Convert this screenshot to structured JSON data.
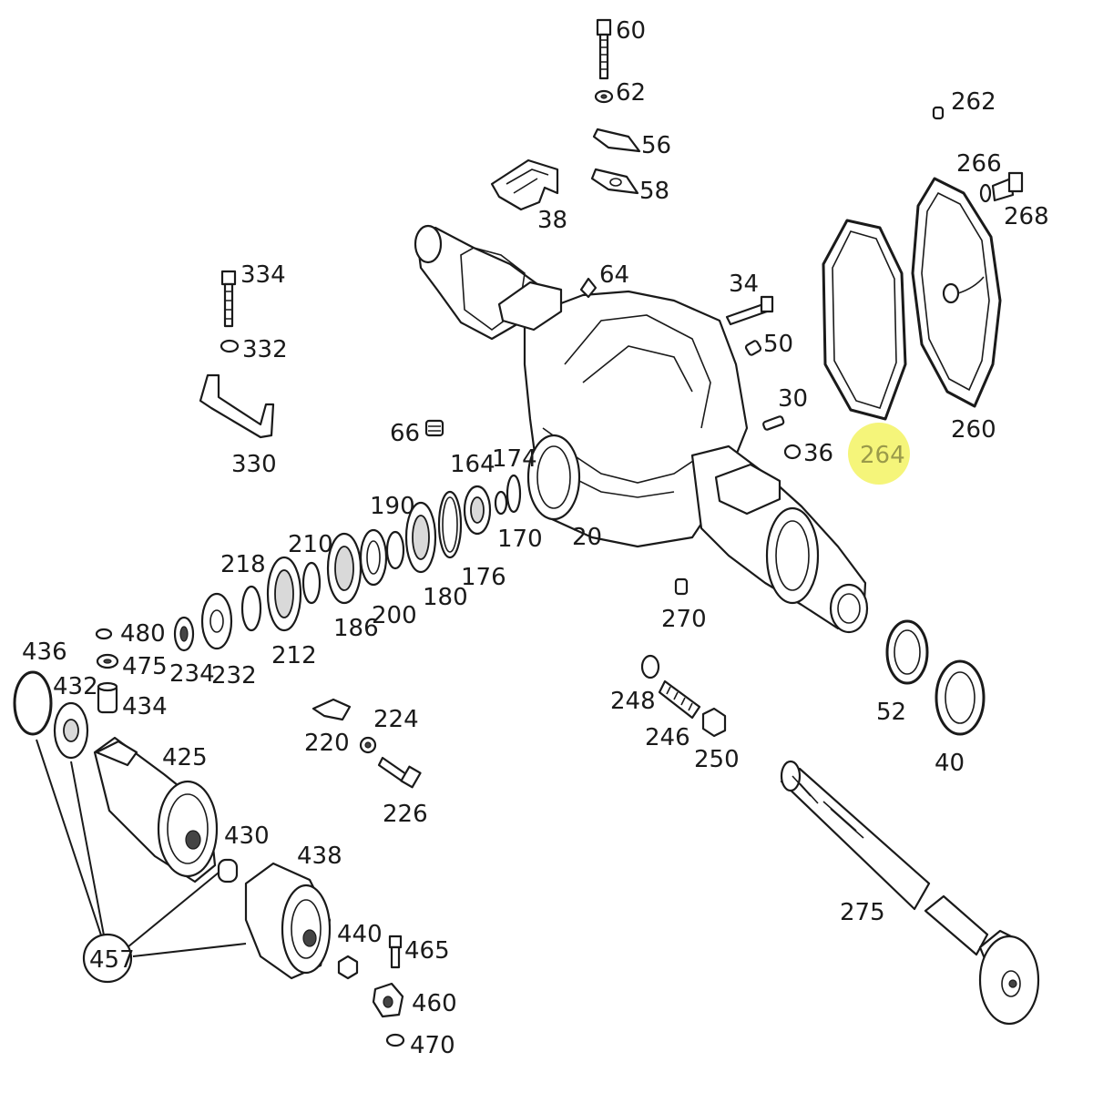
{
  "highlight_color": "#f5f57a",
  "highlighted_part": "264",
  "labels": {
    "p60": "60",
    "p62": "62",
    "p56": "56",
    "p58": "58",
    "p38": "38",
    "p262": "262",
    "p266": "266",
    "p268": "268",
    "p260": "260",
    "p264": "264",
    "p334": "334",
    "p332": "332",
    "p330": "330",
    "p64": "64",
    "p34": "34",
    "p50": "50",
    "p30": "30",
    "p36": "36",
    "p66": "66",
    "p164": "164",
    "p174": "174",
    "p190": "190",
    "p170": "170",
    "p20": "20",
    "p210": "210",
    "p218": "218",
    "p176": "176",
    "p180": "180",
    "p200": "200",
    "p186": "186",
    "p212": "212",
    "p232": "232",
    "p234": "234",
    "p480": "480",
    "p475": "475",
    "p434": "434",
    "p436": "436",
    "p432": "432",
    "p270": "270",
    "p248": "248",
    "p246": "246",
    "p250": "250",
    "p52": "52",
    "p40": "40",
    "p220": "220",
    "p224": "224",
    "p226": "226",
    "p425": "425",
    "p430": "430",
    "p438": "438",
    "p440": "440",
    "p465": "465",
    "p460": "460",
    "p470": "470",
    "p457": "457",
    "p275": "275"
  }
}
